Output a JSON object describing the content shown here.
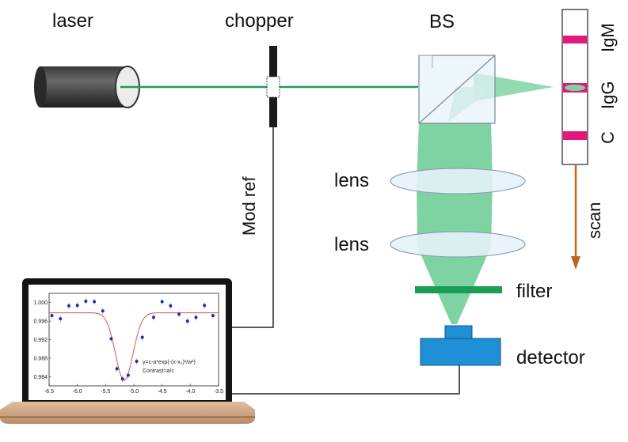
{
  "labels": {
    "laser": "laser",
    "chopper": "chopper",
    "bs": "BS",
    "lens1": "lens",
    "lens2": "lens",
    "filter": "filter",
    "detector": "detector",
    "mod_ref": "Mod ref",
    "scan": "scan",
    "strip_igm": "IgM",
    "strip_igg": "IgG",
    "strip_c": "C"
  },
  "colors": {
    "beam": "#1a9e55",
    "beam_fill": "#7fd3a3",
    "strip_band": "#e0197a",
    "scan_arrow": "#c0651a",
    "detector": "#1f8fd6",
    "filter": "#1a9e55",
    "fit_curve": "#e05050",
    "data_points": "#1a2fb0"
  },
  "chart_data": {
    "type": "scatter",
    "xlim": [
      -6.5,
      -3.5
    ],
    "ylim": [
      0.982,
      1.002
    ],
    "x_ticks": [
      "-6.5",
      "-6.0",
      "-5.5",
      "-5.0",
      "-4.5",
      "-4.0",
      "-3.5"
    ],
    "y_ticks": [
      "0.984",
      "0.988",
      "0.992",
      "0.996",
      "1.000"
    ],
    "points": [
      {
        "x": -6.45,
        "y": 0.9972
      },
      {
        "x": -6.3,
        "y": 0.9965
      },
      {
        "x": -6.15,
        "y": 0.9993
      },
      {
        "x": -6.0,
        "y": 0.9994
      },
      {
        "x": -5.85,
        "y": 1.0003
      },
      {
        "x": -5.7,
        "y": 1.0002
      },
      {
        "x": -5.55,
        "y": 0.9982
      },
      {
        "x": -5.4,
        "y": 0.9922
      },
      {
        "x": -5.3,
        "y": 0.9857
      },
      {
        "x": -5.2,
        "y": 0.9835
      },
      {
        "x": -5.1,
        "y": 0.9843
      },
      {
        "x": -4.95,
        "y": 0.9873
      },
      {
        "x": -4.85,
        "y": 0.9925
      },
      {
        "x": -4.65,
        "y": 0.9968
      },
      {
        "x": -4.5,
        "y": 1.0002
      },
      {
        "x": -4.35,
        "y": 0.9993
      },
      {
        "x": -4.2,
        "y": 0.9975
      },
      {
        "x": -4.05,
        "y": 0.996
      },
      {
        "x": -3.9,
        "y": 0.9968
      },
      {
        "x": -3.75,
        "y": 0.9994
      },
      {
        "x": -3.6,
        "y": 0.9972
      }
    ],
    "fit": {
      "c": 0.9978,
      "a": 0.0146,
      "x0": -5.17,
      "w": 0.22
    },
    "formula": "y=c-a*exp(-(x-x₀)²/w²)",
    "annotation": "Contrast=a/c"
  }
}
